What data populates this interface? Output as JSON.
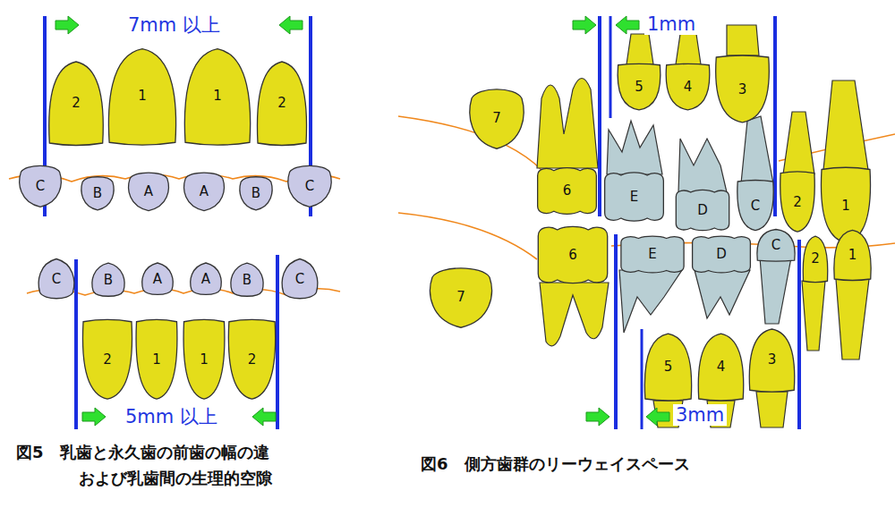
{
  "diagram": {
    "nodes": [
      {
        "text": [
          "2"
        ]
      },
      {
        "text": [
          "1"
        ]
      },
      {
        "text": [
          "1"
        ]
      },
      {
        "text": [
          "2"
        ]
      },
      {
        "text": [
          "C"
        ]
      },
      {
        "text": [
          "B"
        ]
      },
      {
        "text": [
          "A"
        ]
      },
      {
        "text": [
          "A"
        ]
      },
      {
        "text": [
          "B"
        ]
      },
      {
        "text": [
          "C"
        ]
      },
      {
        "text": [
          "C"
        ]
      },
      {
        "text": [
          "B"
        ]
      },
      {
        "text": [
          "A"
        ]
      },
      {
        "text": [
          "A"
        ]
      },
      {
        "text": [
          "B"
        ]
      },
      {
        "text": [
          "C"
        ]
      },
      {
        "text": [
          "2"
        ]
      },
      {
        "text": [
          "1"
        ]
      },
      {
        "text": [
          "1"
        ]
      },
      {
        "text": [
          "2"
        ]
      },
      {
        "text": [
          "5"
        ]
      },
      {
        "text": [
          "4"
        ]
      },
      {
        "text": [
          "3"
        ]
      },
      {
        "text": [
          "7"
        ]
      },
      {
        "text": [
          "6"
        ]
      },
      {
        "text": [
          "E"
        ]
      },
      {
        "text": [
          "D"
        ]
      },
      {
        "text": [
          "C"
        ]
      },
      {
        "text": [
          "2"
        ]
      },
      {
        "text": [
          "1"
        ]
      },
      {
        "text": [
          "6"
        ]
      },
      {
        "text": [
          "E"
        ]
      },
      {
        "text": [
          "D"
        ]
      },
      {
        "text": [
          "C"
        ]
      },
      {
        "text": [
          "2"
        ]
      },
      {
        "text": [
          "1"
        ]
      },
      {
        "text": [
          "7"
        ]
      },
      {
        "text": [
          "5"
        ]
      },
      {
        "text": [
          "4"
        ]
      },
      {
        "text": [
          "3"
        ]
      }
    ],
    "labels": [
      "7mm 以上",
      "5mm 以上",
      "1mm",
      "3mm",
      "図5　乳歯と永久歯の前歯の幅の違 および乳歯間の生理的空隙",
      "図6　側方歯群のリーウェイスペース"
    ]
  }
}
